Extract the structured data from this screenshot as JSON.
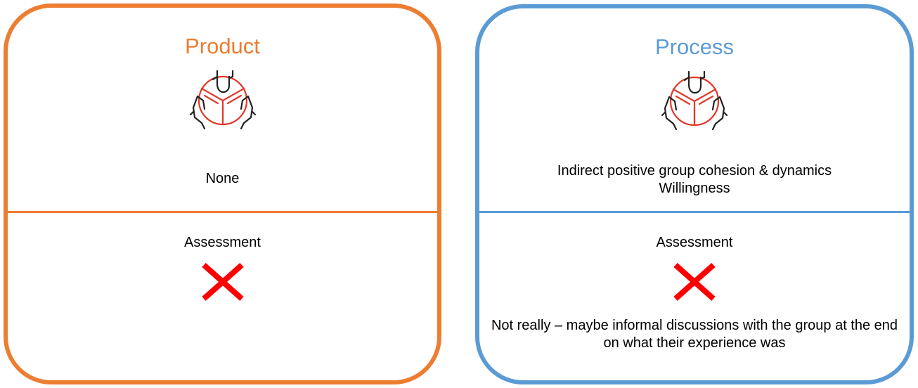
{
  "colors": {
    "product_accent": "#ED7D31",
    "process_accent": "#5B9BD5",
    "icon_red": "#E03A2C",
    "icon_dark": "#222222",
    "cross_red": "#FF0000"
  },
  "product": {
    "title": "Product",
    "icon": "hands-holding-circle-icon",
    "lines": [
      "None"
    ],
    "assessment_label": "Assessment",
    "assessment_icon": "cross-icon",
    "assessment_note": ""
  },
  "process": {
    "title": "Process",
    "icon": "hands-holding-circle-icon",
    "lines": [
      "Indirect positive group cohesion & dynamics",
      "Willingness"
    ],
    "assessment_label": "Assessment",
    "assessment_icon": "cross-icon",
    "assessment_note": "Not really – maybe informal discussions with the group at the end on what their experience was"
  }
}
